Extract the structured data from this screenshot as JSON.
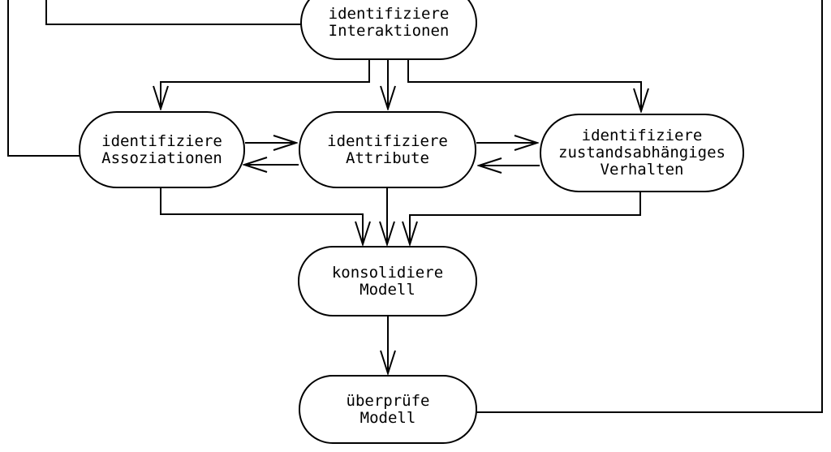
{
  "diagram": {
    "language": "de",
    "colors": {
      "background": "#ffffff",
      "line": "#000000",
      "node_fill": "#ffffff",
      "text": "#000000"
    },
    "nodes": [
      {
        "id": "identify-interactions",
        "label": "identifiziere\nInteraktionen"
      },
      {
        "id": "identify-associations",
        "label": "identifiziere\nAssoziationen"
      },
      {
        "id": "identify-attributes",
        "label": "identifiziere\nAttribute"
      },
      {
        "id": "identify-state-behavior",
        "label": "identifiziere\nzustandsabhängiges\nVerhalten"
      },
      {
        "id": "consolidate-model",
        "label": "konsolidiere\nModell"
      },
      {
        "id": "verify-model",
        "label": "überprüfe\nModell"
      }
    ],
    "edges": [
      {
        "from": "identify-interactions",
        "to": "identify-associations",
        "arrowhead": true
      },
      {
        "from": "identify-interactions",
        "to": "identify-attributes",
        "arrowhead": true
      },
      {
        "from": "identify-interactions",
        "to": "identify-state-behavior",
        "arrowhead": true
      },
      {
        "from": "identify-associations",
        "to": "identify-attributes",
        "arrowhead": true
      },
      {
        "from": "identify-attributes",
        "to": "identify-associations",
        "arrowhead": true
      },
      {
        "from": "identify-attributes",
        "to": "identify-state-behavior",
        "arrowhead": true
      },
      {
        "from": "identify-state-behavior",
        "to": "identify-attributes",
        "arrowhead": true
      },
      {
        "from": "identify-associations",
        "to": "consolidate-model",
        "arrowhead": true
      },
      {
        "from": "identify-attributes",
        "to": "consolidate-model",
        "arrowhead": true
      },
      {
        "from": "identify-state-behavior",
        "to": "consolidate-model",
        "arrowhead": true
      },
      {
        "from": "consolidate-model",
        "to": "verify-model",
        "arrowhead": true
      },
      {
        "from": "offscreen-top",
        "to": "identify-associations",
        "arrowhead": false
      },
      {
        "from": "offscreen-top",
        "to": "identify-interactions",
        "arrowhead": false
      },
      {
        "from": "verify-model",
        "to": "offscreen-top-right",
        "arrowhead": false
      }
    ]
  }
}
